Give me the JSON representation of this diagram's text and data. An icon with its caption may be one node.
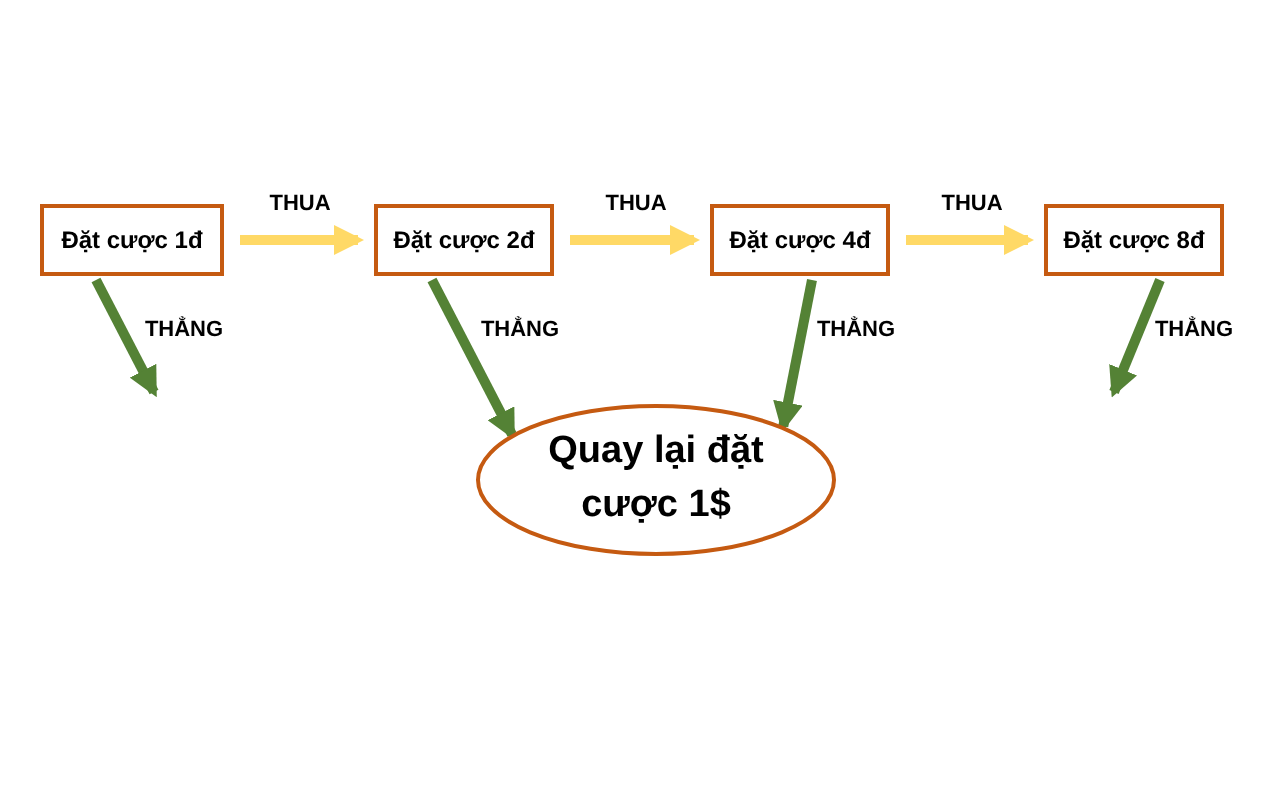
{
  "diagram": {
    "nodes": [
      {
        "text": [
          "Đặt cược 1đ"
        ]
      },
      {
        "text": [
          "Đặt cược 2đ"
        ]
      },
      {
        "text": [
          "Đặt cược 4đ"
        ]
      },
      {
        "text": [
          "Đặt cược 8đ"
        ]
      },
      {
        "text": [
          "Quay lại đặt cược 1$"
        ]
      }
    ],
    "edges": [
      {
        "from": 0,
        "to": 1,
        "arrow": "to",
        "label": "THUA",
        "color": "#ffd966"
      },
      {
        "from": 1,
        "to": 2,
        "arrow": "to",
        "label": "THUA",
        "color": "#ffd966"
      },
      {
        "from": 2,
        "to": 3,
        "arrow": "to",
        "label": "THUA",
        "color": "#ffd966"
      },
      {
        "from": 0,
        "to": null,
        "arrow": "to",
        "label": "THẲNG"
      },
      {
        "from": 1,
        "to": 4,
        "arrow": "to",
        "label": "THẲNG"
      },
      {
        "from": 2,
        "to": 4,
        "arrow": "to",
        "label": "THẲNG"
      },
      {
        "from": 3,
        "to": null,
        "arrow": "to",
        "label": "THẲNG"
      }
    ]
  }
}
